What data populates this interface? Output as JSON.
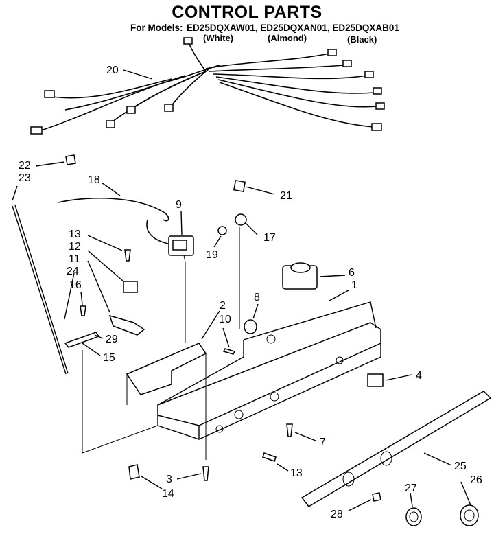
{
  "title": "CONTROL PARTS",
  "models": {
    "prefix": "For Models:",
    "list": "ED25DQXAW01, ED25DQXAN01, ED25DQXAB01",
    "variants": [
      "(White)",
      "(Almond)",
      "(Black)"
    ]
  },
  "callouts": [
    "20",
    "22",
    "23",
    "18",
    "21",
    "9",
    "17",
    "19",
    "13",
    "12",
    "11",
    "24",
    "16",
    "6",
    "1",
    "8",
    "2",
    "10",
    "29",
    "15",
    "4",
    "7",
    "13",
    "25",
    "3",
    "26",
    "14",
    "27",
    "28"
  ]
}
